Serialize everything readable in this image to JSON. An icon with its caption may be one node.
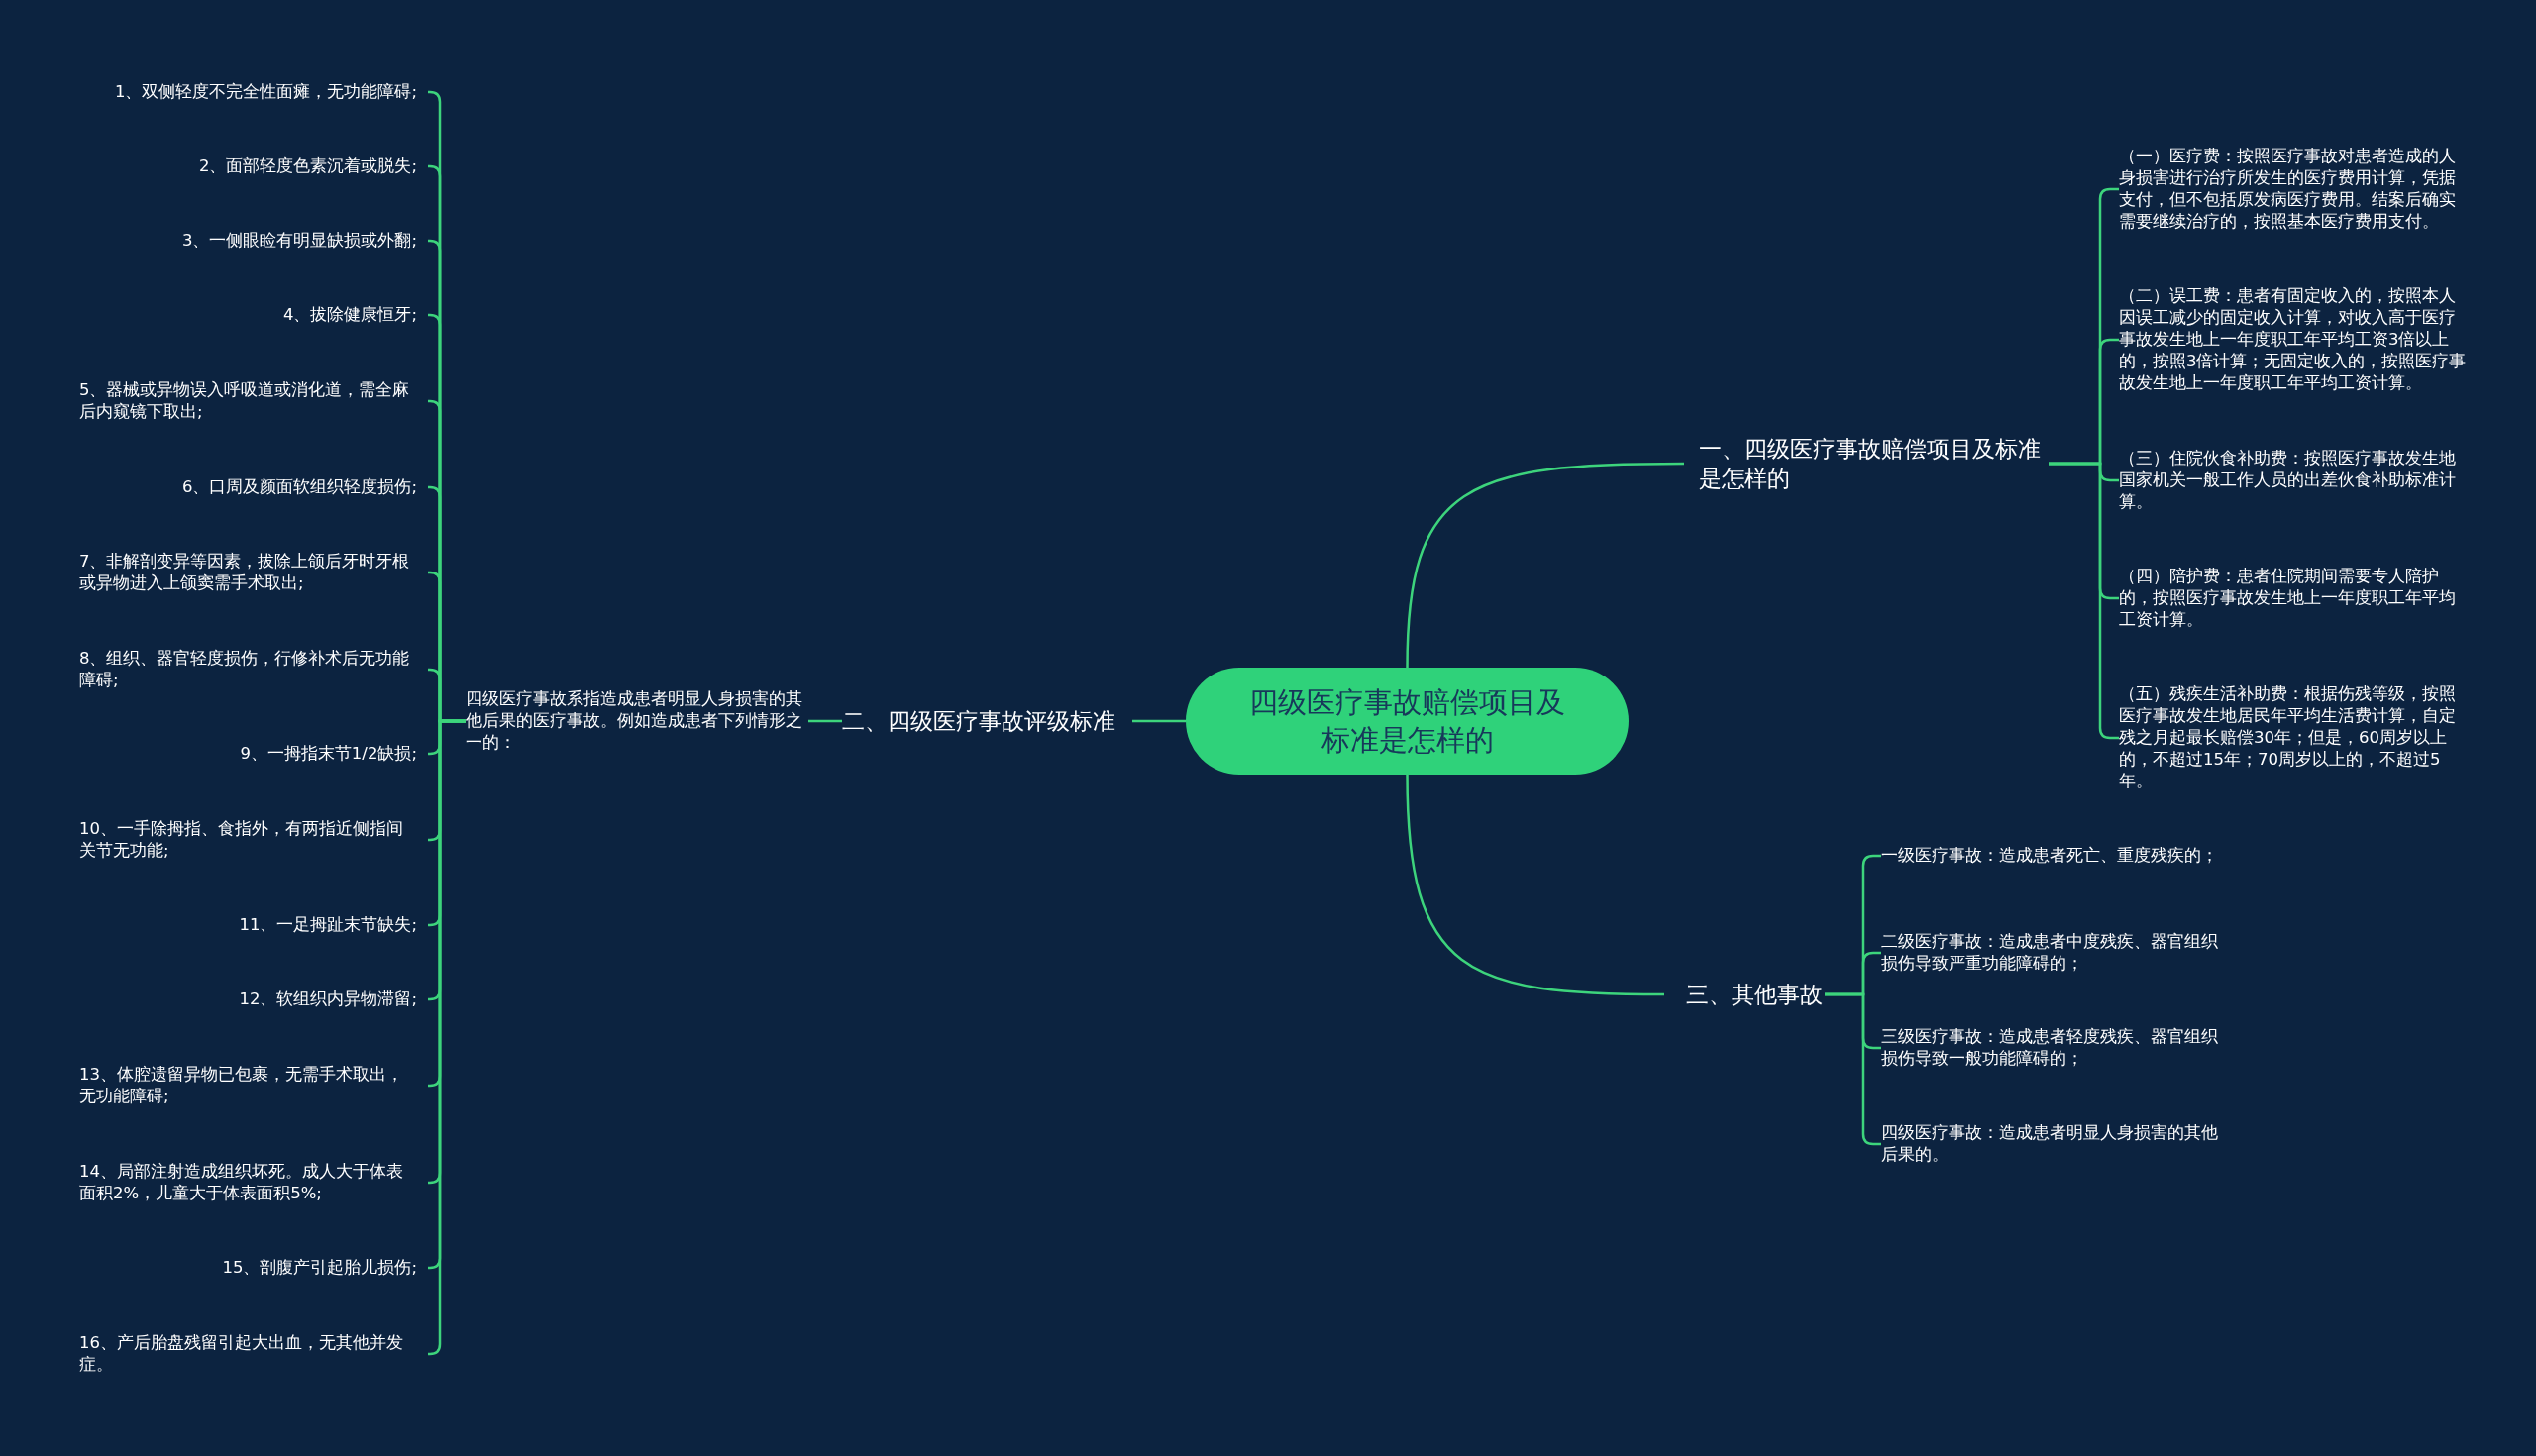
{
  "diagram": {
    "nodes": [
      {
        "text": [
          "四级医疗事故赔偿项目及标准是怎样的"
        ]
      },
      {
        "text": [
          "一、四级医疗事故赔偿项目及标准是怎样的"
        ]
      },
      {
        "text": [
          "二、四级医疗事故评级标准"
        ]
      },
      {
        "text": [
          "三、其他事故"
        ]
      },
      {
        "text": [
          "四级医疗事故系指造成患者明显人身损害的其他后果的医疗事故。例如造成患者下列情形之一的："
        ]
      },
      {
        "text": [
          "1、双侧轻度不完全性面瘫，无功能障碍;"
        ]
      },
      {
        "text": [
          "2、面部轻度色素沉着或脱失;"
        ]
      },
      {
        "text": [
          "3、一侧眼睑有明显缺损或外翻;"
        ]
      },
      {
        "text": [
          "4、拔除健康恒牙;"
        ]
      },
      {
        "text": [
          "5、器械或异物误入呼吸道或消化道，需全麻后内窥镜下取出;"
        ]
      },
      {
        "text": [
          "6、口周及颜面软组织轻度损伤;"
        ]
      },
      {
        "text": [
          "7、非解剖变异等因素，拔除上颌后牙时牙根或异物进入上颌窦需手术取出;"
        ]
      },
      {
        "text": [
          "8、组织、器官轻度损伤，行修补术后无功能障碍;"
        ]
      },
      {
        "text": [
          "9、一拇指末节1/2缺损;"
        ]
      },
      {
        "text": [
          "10、一手除拇指、食指外，有两指近侧指间关节无功能;"
        ]
      },
      {
        "text": [
          "11、一足拇趾末节缺失;"
        ]
      },
      {
        "text": [
          "12、软组织内异物滞留;"
        ]
      },
      {
        "text": [
          "13、体腔遗留异物已包裹，无需手术取出，无功能障碍;"
        ]
      },
      {
        "text": [
          "14、局部注射造成组织坏死。成人大于体表面积2%，儿童大于体表面积5%;"
        ]
      },
      {
        "text": [
          "15、剖腹产引起胎儿损伤;"
        ]
      },
      {
        "text": [
          "16、产后胎盘残留引起大出血，无其他并发症。"
        ]
      },
      {
        "text": [
          "（一）医疗费：按照医疗事故对患者造成的人身损害进行治疗所发生的医疗费用计算，凭据支付，但不包括原发病医疗费用。结案后确实需要继续治疗的，按照基本医疗费用支付。"
        ]
      },
      {
        "text": [
          "（二）误工费：患者有固定收入的，按照本人因误工减少的固定收入计算，对收入高于医疗事故发生地上一年度职工年平均工资3倍以上的，按照3倍计算；无固定收入的，按照医疗事故发生地上一年度职工年平均工资计算。"
        ]
      },
      {
        "text": [
          "（三）住院伙食补助费：按照医疗事故发生地国家机关一般工作人员的出差伙食补助标准计算。"
        ]
      },
      {
        "text": [
          "（四）陪护费：患者住院期间需要专人陪护的，按照医疗事故发生地上一年度职工年平均工资计算。"
        ]
      },
      {
        "text": [
          "（五）残疾生活补助费：根据伤残等级，按照医疗事故发生地居民年平均生活费计算，自定残之月起最长赔偿30年；但是，60周岁以上的，不超过15年；70周岁以上的，不超过5年。"
        ]
      },
      {
        "text": [
          "一级医疗事故：造成患者死亡、重度残疾的；"
        ]
      },
      {
        "text": [
          "二级医疗事故：造成患者中度残疾、器官组织损伤导致严重功能障碍的；"
        ]
      },
      {
        "text": [
          "三级医疗事故：造成患者轻度残疾、器官组织损伤导致一般功能障碍的；"
        ]
      },
      {
        "text": [
          "四级医疗事故：造成患者明显人身损害的其他后果的。"
        ]
      }
    ],
    "edges": [
      {
        "from": 0,
        "to": 1,
        "arrow": "none"
      },
      {
        "from": 0,
        "to": 2,
        "arrow": "none"
      },
      {
        "from": 0,
        "to": 3,
        "arrow": "none"
      },
      {
        "from": 2,
        "to": 4,
        "arrow": "none"
      },
      {
        "from": 4,
        "to": 5,
        "arrow": "none"
      },
      {
        "from": 4,
        "to": 6,
        "arrow": "none"
      },
      {
        "from": 4,
        "to": 7,
        "arrow": "none"
      },
      {
        "from": 4,
        "to": 8,
        "arrow": "none"
      },
      {
        "from": 4,
        "to": 9,
        "arrow": "none"
      },
      {
        "from": 4,
        "to": 10,
        "arrow": "none"
      },
      {
        "from": 4,
        "to": 11,
        "arrow": "none"
      },
      {
        "from": 4,
        "to": 12,
        "arrow": "none"
      },
      {
        "from": 4,
        "to": 13,
        "arrow": "none"
      },
      {
        "from": 4,
        "to": 14,
        "arrow": "none"
      },
      {
        "from": 4,
        "to": 15,
        "arrow": "none"
      },
      {
        "from": 4,
        "to": 16,
        "arrow": "none"
      },
      {
        "from": 4,
        "to": 17,
        "arrow": "none"
      },
      {
        "from": 4,
        "to": 18,
        "arrow": "none"
      },
      {
        "from": 4,
        "to": 19,
        "arrow": "none"
      },
      {
        "from": 4,
        "to": 20,
        "arrow": "none"
      },
      {
        "from": 1,
        "to": 21,
        "arrow": "none"
      },
      {
        "from": 1,
        "to": 22,
        "arrow": "none"
      },
      {
        "from": 1,
        "to": 23,
        "arrow": "none"
      },
      {
        "from": 1,
        "to": 24,
        "arrow": "none"
      },
      {
        "from": 1,
        "to": 25,
        "arrow": "none"
      },
      {
        "from": 3,
        "to": 26,
        "arrow": "none"
      },
      {
        "from": 3,
        "to": 27,
        "arrow": "none"
      },
      {
        "from": 3,
        "to": 28,
        "arrow": "none"
      },
      {
        "from": 3,
        "to": 29,
        "arrow": "none"
      }
    ]
  }
}
